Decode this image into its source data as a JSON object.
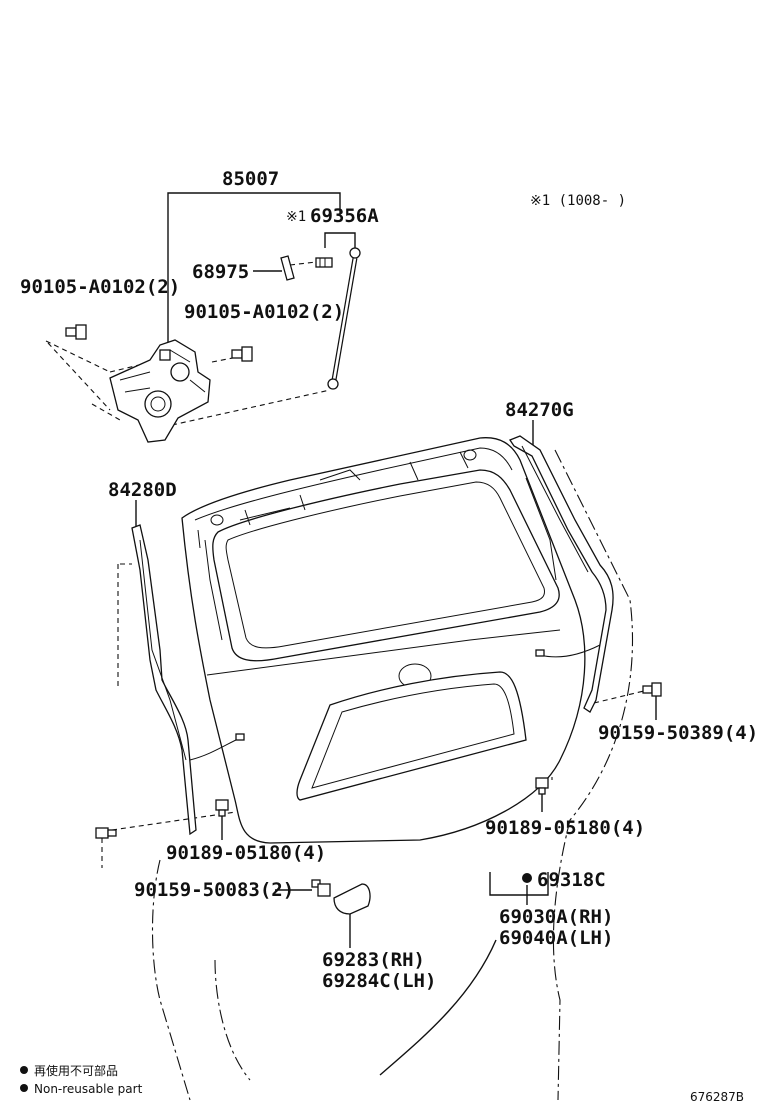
{
  "labels": {
    "p85007": "85007",
    "p69356a": "69356A",
    "p69356a_mark": "※1",
    "note1": "※1 (1008-    )",
    "p68975": "68975",
    "p90105_left": "90105-A0102(2)",
    "p90105_mid": "90105-A0102(2)",
    "p84270g": "84270G",
    "p84280d": "84280D",
    "p90159_50389": "90159-50389(4)",
    "p90189_right": "90189-05180(4)",
    "p90189_left": "90189-05180(4)",
    "p90159_50083": "90159-50083(2)",
    "p69318c": "69318C",
    "p69030a": "69030A(RH)",
    "p69040a": "69040A(LH)",
    "p69283": "69283(RH)",
    "p69284c": "69284C(LH)"
  },
  "legend": {
    "jp": "再使用不可部品",
    "en": "Non-reusable part"
  },
  "diagram_id": "676287B"
}
